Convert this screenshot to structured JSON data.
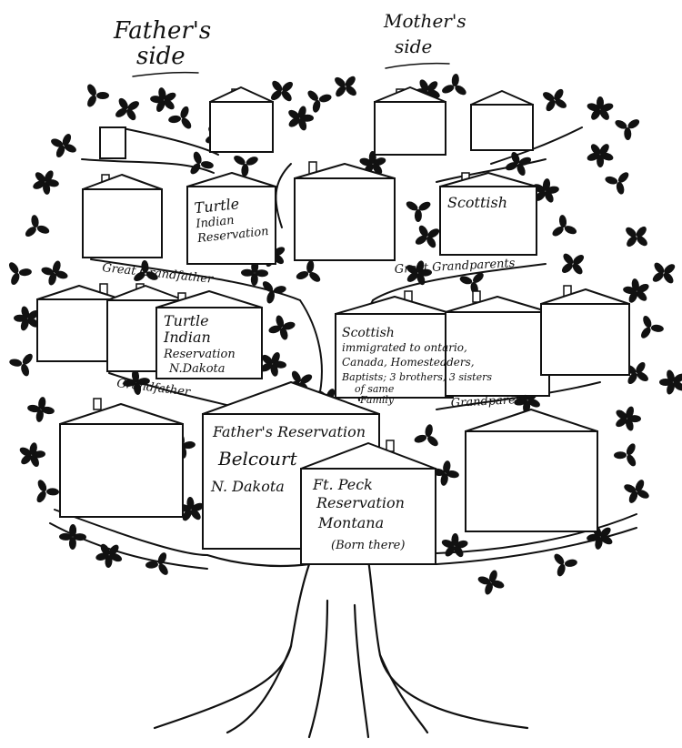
{
  "headings": {
    "fathers_side_line1": "Father's",
    "fathers_side_line2": "side",
    "mothers_side_line1": "Mother's",
    "mothers_side_line2": "side"
  },
  "row_labels": {
    "great_grandfather": "Great Grandfather",
    "great_grandparents": "Great Grandparents",
    "grandfather": "Grandfather",
    "grandparents": "Grandparents"
  },
  "houses": {
    "turtle_row2": [
      "Turtle",
      "Indian",
      "Reservation"
    ],
    "scottish_row2": [
      "Scottish"
    ],
    "turtle_row3": [
      "Turtle",
      "Indian",
      "Reservation",
      "N.Dakota"
    ],
    "scottish_row3": [
      "Scottish",
      "immigrated to ontario,",
      "Canada, Homesteaders,",
      "Baptists; 3 brothers, 3 sisters",
      "of same",
      "Family"
    ],
    "fathers_reservation": [
      "Father's Reservation",
      "Belcourt",
      "N. Dakota"
    ],
    "ft_peck": [
      "Ft. Peck",
      "Reservation",
      "Montana",
      "(Born there)"
    ]
  },
  "colors": {
    "ink": "#111111",
    "paper": "#ffffff"
  },
  "icons": {
    "leaf": "oak-leaf-icon",
    "house": "house-icon"
  }
}
